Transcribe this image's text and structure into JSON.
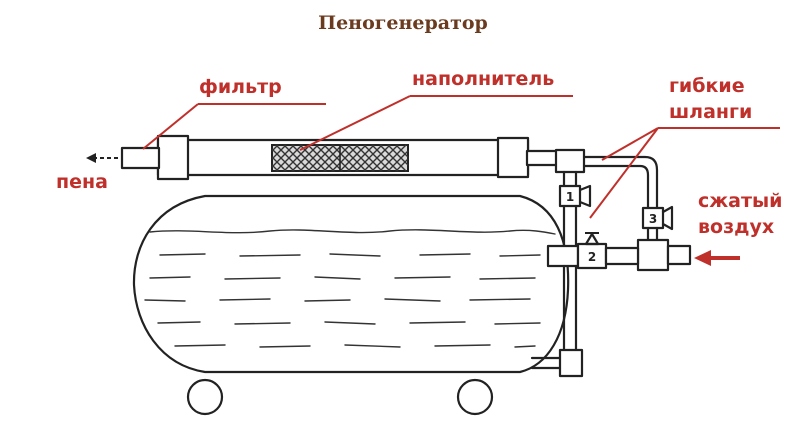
{
  "diagram": {
    "title": "Пеногенератор",
    "labels": {
      "filter": "фильтр",
      "filler": "наполнитель",
      "hoses_line1": "гибкие",
      "hoses_line2": "шланги",
      "foam": "пена",
      "air_line1": "сжатый",
      "air_line2": "воздух"
    },
    "component_numbers": [
      "1",
      "2",
      "3"
    ],
    "colors": {
      "title": "#6b3b1f",
      "label": "#c0302b",
      "leader": "#c0302b",
      "sketch": "#222222"
    }
  }
}
